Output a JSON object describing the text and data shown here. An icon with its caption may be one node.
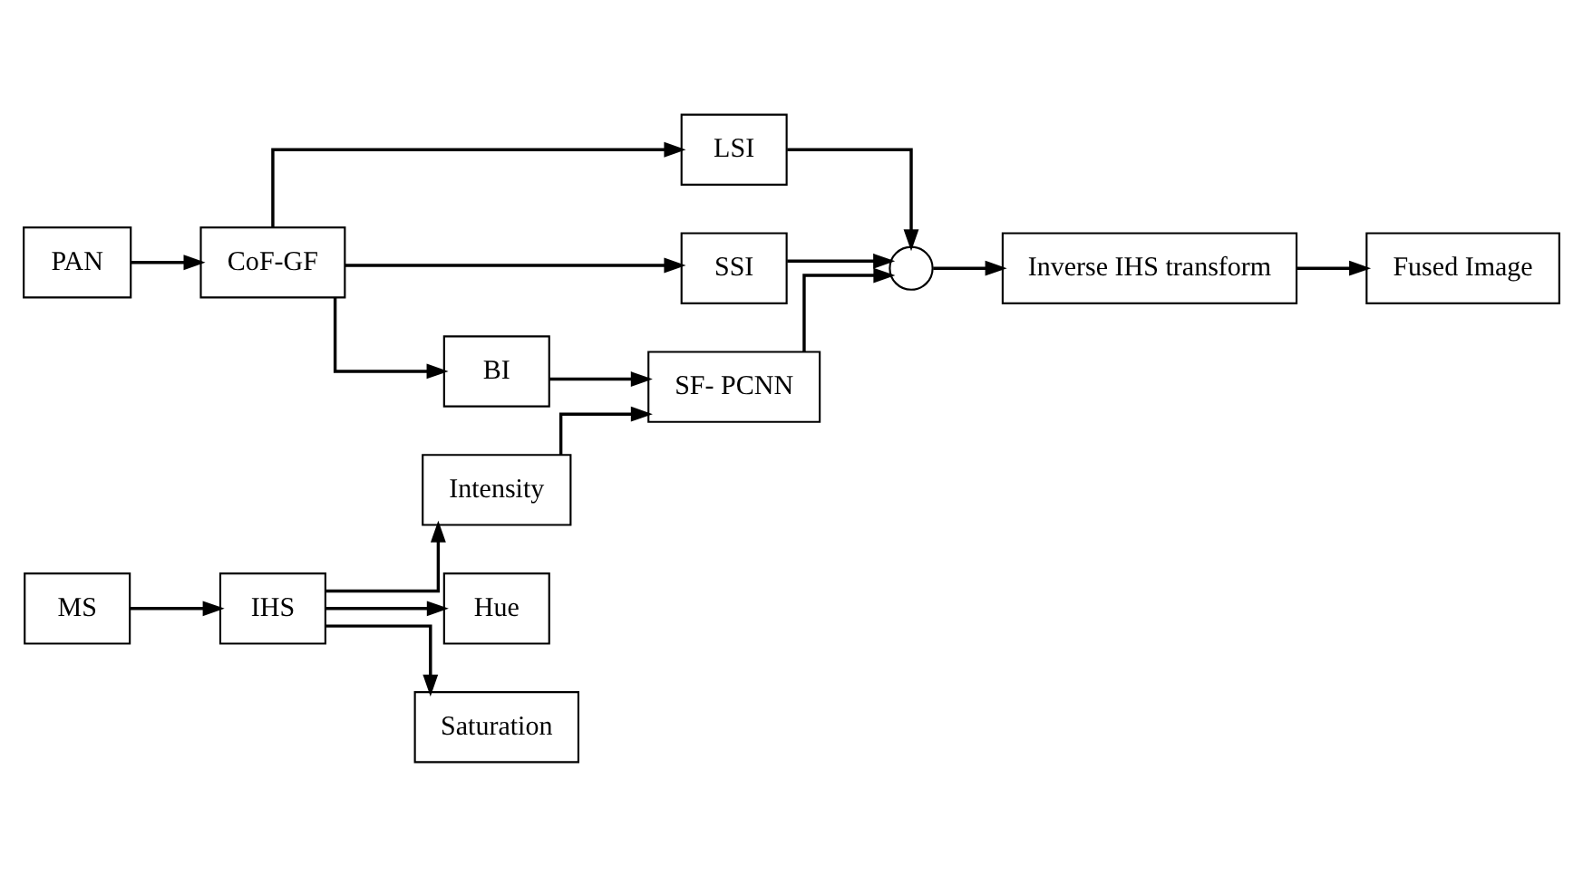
{
  "diagram": {
    "nodes": [
      {
        "text": [
          "PAN"
        ]
      },
      {
        "text": [
          "CoF-GF"
        ]
      },
      {
        "text": [
          "LSI"
        ]
      },
      {
        "text": [
          "SSI"
        ]
      },
      {
        "text": [
          "BI"
        ]
      },
      {
        "text": [
          "SF- PCNN"
        ]
      },
      {
        "text": [],
        "shape": "circle"
      },
      {
        "text": [
          "Intensity"
        ]
      },
      {
        "text": [
          "Hue"
        ]
      },
      {
        "text": [
          "Saturation"
        ]
      },
      {
        "text": [
          "IHS"
        ]
      },
      {
        "text": [
          "MS"
        ]
      },
      {
        "text": [
          "Inverse IHS transform"
        ]
      },
      {
        "text": [
          "Fused Image"
        ]
      }
    ],
    "edges": [
      {
        "from": 0,
        "to": 1,
        "arrow": "to"
      },
      {
        "from": 1,
        "to": 2,
        "arrow": "to"
      },
      {
        "from": 1,
        "to": 3,
        "arrow": "to"
      },
      {
        "from": 1,
        "to": 4,
        "arrow": "to"
      },
      {
        "from": 2,
        "to": 6,
        "arrow": "to"
      },
      {
        "from": 3,
        "to": 6,
        "arrow": "to"
      },
      {
        "from": 4,
        "to": 5,
        "arrow": "to"
      },
      {
        "from": 7,
        "to": 5,
        "arrow": "to"
      },
      {
        "from": 5,
        "to": 6,
        "arrow": "to"
      },
      {
        "from": 6,
        "to": 12,
        "arrow": "to"
      },
      {
        "from": 12,
        "to": 13,
        "arrow": "to"
      },
      {
        "from": 11,
        "to": 10,
        "arrow": "to"
      },
      {
        "from": 10,
        "to": 7,
        "arrow": "to"
      },
      {
        "from": 10,
        "to": 8,
        "arrow": "to"
      },
      {
        "from": 10,
        "to": 9,
        "arrow": "to"
      }
    ]
  }
}
